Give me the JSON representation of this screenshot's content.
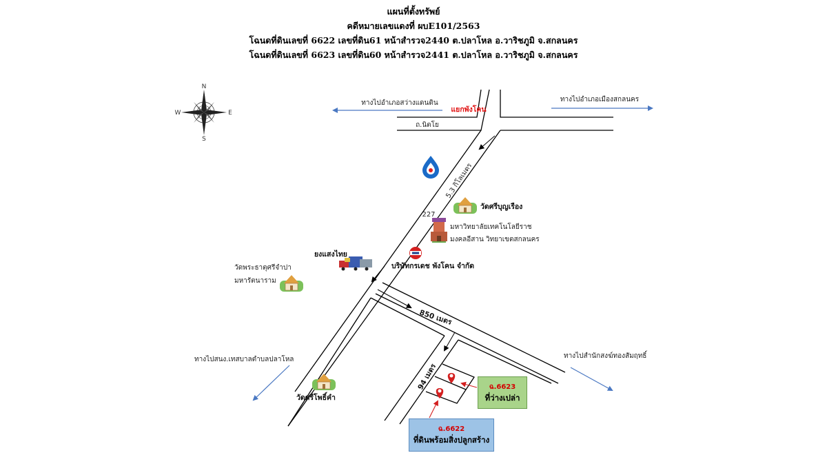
{
  "header": {
    "title": "แผนที่ตั้งทรัพย์",
    "case_no": "คดีหมายเลขแดงที่ ผบE101/2563",
    "deed_1": "โฉนดที่ดินเลขที่ 6622 เลขที่ดิน61 หน้าสำรวจ2440 ต.ปลาโหล อ.วาริชภูมิ จ.สกลนคร",
    "deed_2": "โฉนดที่ดินเลขที่ 6623 เลขที่ดิน60 หน้าสำรวจ2441 ต.ปลาโหล อ.วาริชภูมิ จ.สกลนคร"
  },
  "compass": {
    "n": "N",
    "s": "S",
    "e": "E",
    "w": "W"
  },
  "labels": {
    "to_sawang_daen_din": "ทางไปอำเภอสว่างแดนดิน",
    "junction": "แยกพังโคน",
    "to_mueang_sakon": "ทางไปอำเภอเมืองสกลนคร",
    "road_nittayo": "ถ.นิตโย",
    "distance_53km": "5.3 กิโลเมตร",
    "road_227": "227",
    "wat_sriboonrueang": "วัดศรีบุญเรือง",
    "university_1": "มหาวิทยาลัยเทคโนโลยีราช",
    "university_2": "มงคลอีสาน วิทยาเขตสกลนคร",
    "yong_saeng_thai": "ยงแสงไทย",
    "company": "บริษัทกรเดช พังโคน จำกัด",
    "wat_phrathat_1": "วัดพระธาตุศรีจำปา",
    "wat_phrathat_2": "มหารัตนาราม",
    "distance_850m": "850 เมตร",
    "to_songkhram": "ทางไปสนง.เทสบาลตำบลปลาโหล",
    "to_thongsamrit": "ทางไปสำนักสงฆ์ทองสัมฤทธิ์",
    "distance_94m": "94 เมตร",
    "wat_sriphokham": "วัดศรีโพธิ์คำ"
  },
  "plots": {
    "p6623": {
      "code": "ฉ.6623",
      "desc": "ที่ว่างเปล่า"
    },
    "p6622": {
      "code": "ฉ.6622",
      "desc": "ที่ดินพร้อมสิ่งปลูกสร้าง"
    }
  },
  "colors": {
    "road": "#000000",
    "arrow_blue": "#4a78c2",
    "pin_red": "#d42020",
    "box_green": "#a9d48a",
    "box_blue": "#9dc3e6",
    "junction_red": "#e01010"
  },
  "icons": [
    "compass-icon",
    "gas-station-icon",
    "temple-icon",
    "university-icon",
    "company-logo-icon",
    "warehouse-icon",
    "location-pin-icon"
  ]
}
